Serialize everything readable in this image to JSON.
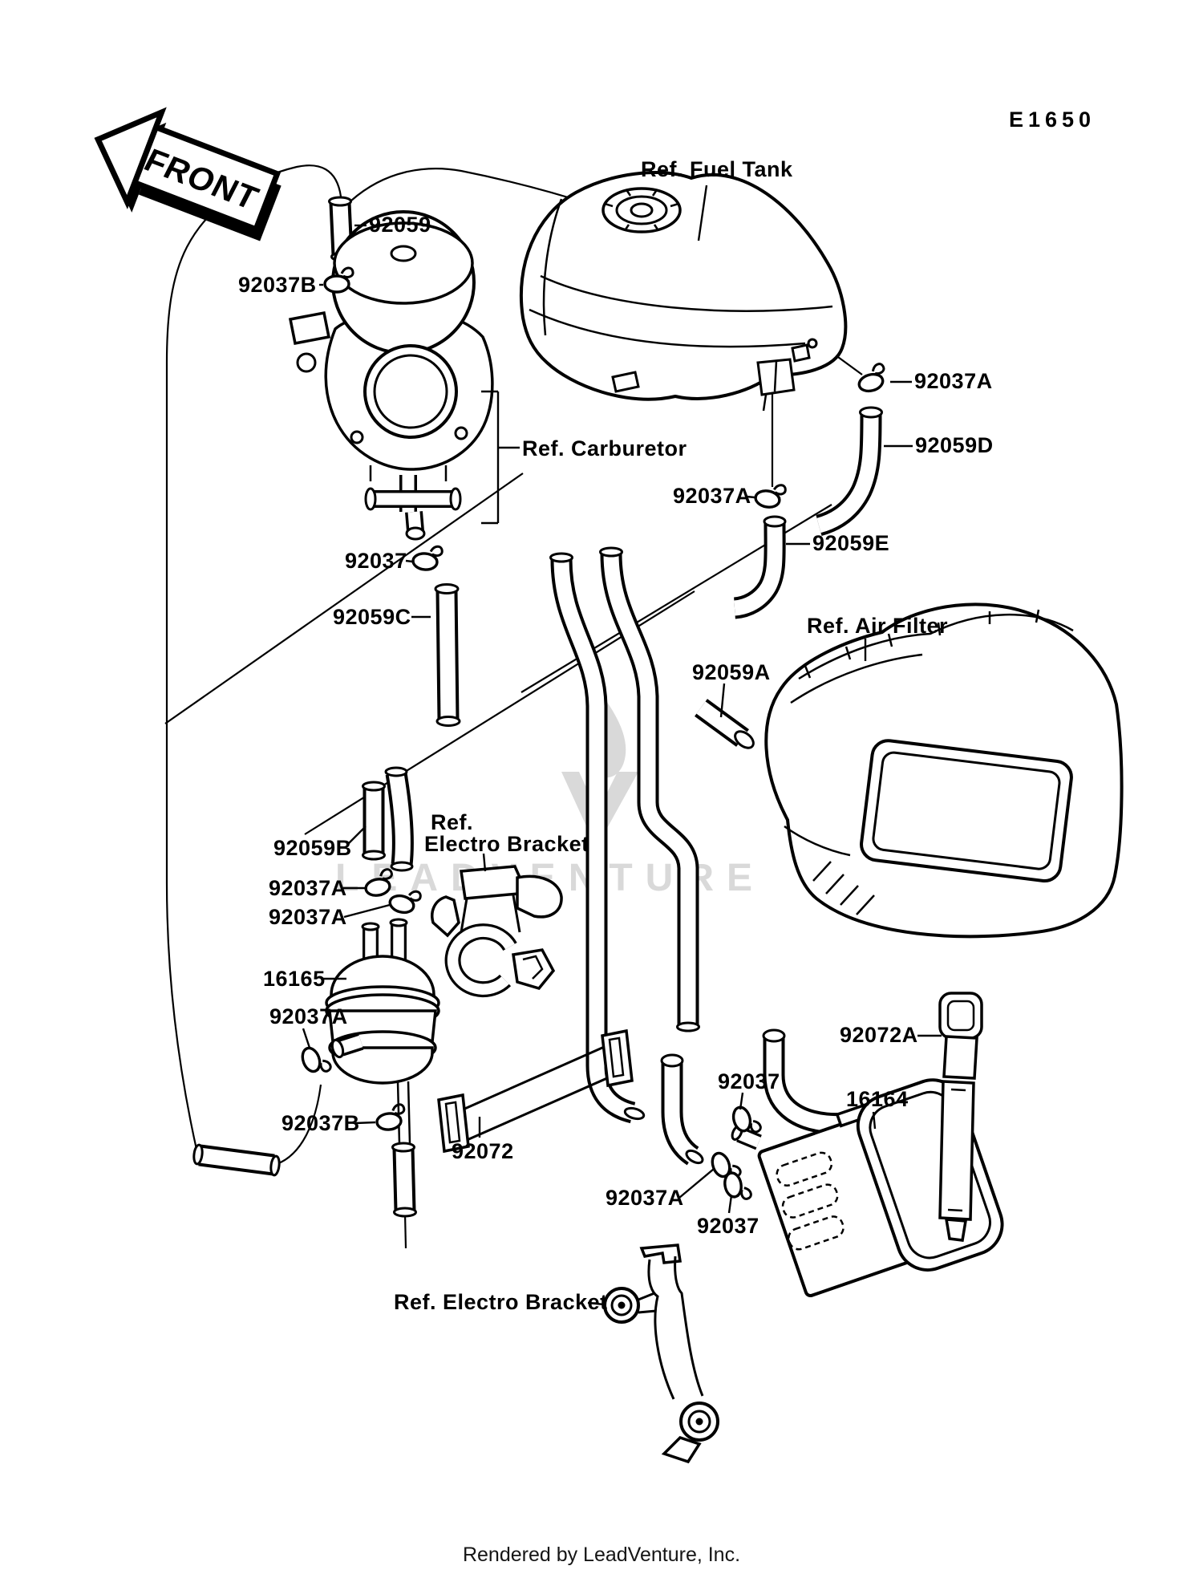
{
  "page": {
    "drawing_code": "E1650",
    "front_label": "FRONT",
    "watermark_text": "LEADVENTURE",
    "footer_text": "Rendered by LeadVenture, Inc."
  },
  "labels": [
    {
      "text": "92059"
    },
    {
      "text": "92037B"
    },
    {
      "text": "Ref. Fuel Tank"
    },
    {
      "text": "92037A"
    },
    {
      "text": "92059D"
    },
    {
      "text": "Ref. Carburetor"
    },
    {
      "text": "92037A"
    },
    {
      "text": "92059E"
    },
    {
      "text": "92037"
    },
    {
      "text": "92059C"
    },
    {
      "text": "Ref. Air Filter"
    },
    {
      "text": "92059A"
    },
    {
      "text": "92059B"
    },
    {
      "text": "Ref."
    },
    {
      "text": "Electro Bracket"
    },
    {
      "text": "92037A"
    },
    {
      "text": "92037A"
    },
    {
      "text": "16165"
    },
    {
      "text": "92037A"
    },
    {
      "text": "92072A"
    },
    {
      "text": "92037"
    },
    {
      "text": "16164"
    },
    {
      "text": "92037B"
    },
    {
      "text": "92072"
    },
    {
      "text": "92037A"
    },
    {
      "text": "92037"
    },
    {
      "text": "Ref. Electro Bracket"
    }
  ]
}
